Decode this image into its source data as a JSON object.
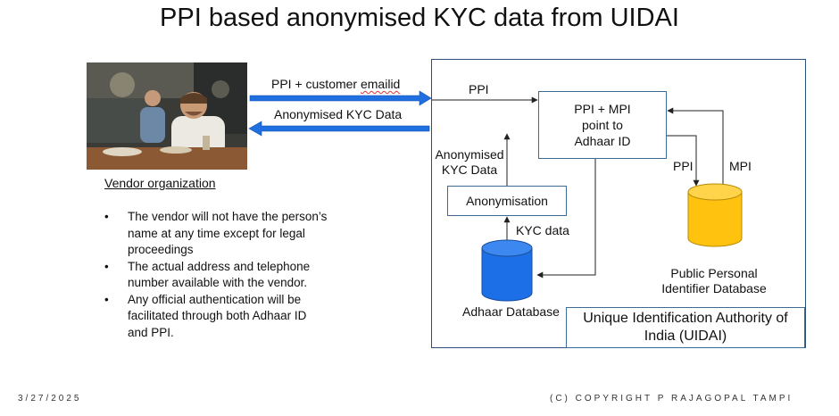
{
  "title": "PPI based anonymised KYC data from UIDAI",
  "vendor": {
    "label": "Vendor organization",
    "bullets": [
      "The vendor will not have the person’s name at any time except for legal proceedings",
      "The actual address and telephone number available with the vendor.",
      "Any official authentication will be facilitated through both Adhaar ID and PPI."
    ]
  },
  "arrows": {
    "request_prefix": "PPI + customer ",
    "request_suffix": "emailid",
    "response": "Anonymised KYC Data",
    "ppi_in": "PPI",
    "ppi_down": "PPI",
    "mpi_up": "MPI",
    "kyc_data": "KYC data",
    "anon_kyc_line1": "Anonymised",
    "anon_kyc_line2": "KYC Data"
  },
  "boxes": {
    "mapping_line1": "PPI + MPI",
    "mapping_line2": "point to",
    "mapping_line3": "Adhaar ID",
    "anonymisation": "Anonymisation",
    "uidai_line1": "Unique Identification Authority of",
    "uidai_line2": "India (UIDAI)"
  },
  "databases": {
    "adhaar": "Adhaar Database",
    "ppid_line1": "Public Personal",
    "ppid_line2": "Identifier Database"
  },
  "footer": {
    "date": "3/27/2025",
    "copyright": "(C) COPYRIGHT P RAJAGOPAL TAMPI"
  },
  "colors": {
    "arrow_blue": "#1f6fe0",
    "adhaar_db": "#1c6fe6",
    "ppid_db": "#ffc20e",
    "box_border": "#3e6a96"
  }
}
